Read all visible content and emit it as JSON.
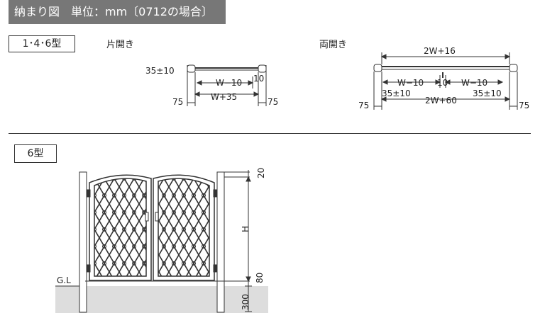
{
  "header": {
    "title": "納まり図　単位：mm〔0712の場合〕"
  },
  "type_box_146": "1･4･6型",
  "type_box_6": "6型",
  "single": {
    "title": "片開き",
    "dim_35": "35±10",
    "dim_w10": "W−10",
    "dim_10": "10",
    "dim_w35": "W+35",
    "dim_75_left": "75",
    "dim_75_right": "75"
  },
  "double": {
    "title": "両開き",
    "dim_2w16": "2W+16",
    "dim_w10_left": "W−10",
    "dim_10": "10",
    "dim_w10_right": "W−10",
    "dim_35_left": "35±10",
    "dim_2w60": "2W+60",
    "dim_35_right": "35±10",
    "dim_75_left": "75",
    "dim_75_right": "75"
  },
  "elevation": {
    "gl": "G.L",
    "dim_20": "20",
    "dim_h": "H",
    "dim_80": "80",
    "dim_300": "300"
  },
  "colors": {
    "header_bg": "#777777",
    "ground": "#dddddd",
    "line": "#333333"
  }
}
